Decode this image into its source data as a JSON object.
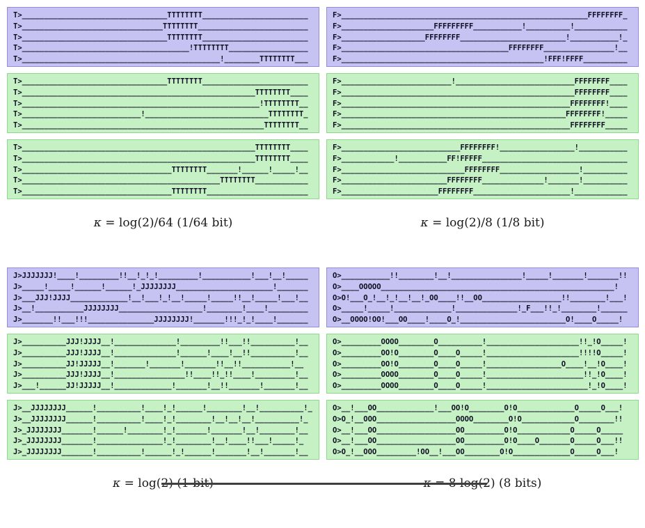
{
  "colors": {
    "panel_purple_bg": "#c6c2f1",
    "panel_purple_border": "#938cdb",
    "panel_green_bg": "#c6f1c4",
    "panel_green_border": "#8fd98d",
    "tape_text": "#0d0d22",
    "background": "#ffffff"
  },
  "quadrants": [
    {
      "id": "kappa-log2-over-64",
      "caption": {
        "kappa": "κ",
        "rest": " = log(2)/64 (1/64 bit)"
      },
      "panels": [
        {
          "variant": "purple",
          "lines": [
            "T>_________________________________TTTTTTTT________________________",
            "T>________________________________TTTTTTTT_________________________",
            "T>_________________________________TTTTTTTT________________________",
            "T>______________________________________!TTTTTTTT__________________",
            "T>_____________________________________________!________TTTTTTTT___"
          ]
        },
        {
          "variant": "green",
          "lines": [
            "T>_________________________________TTTTTTTT________________________",
            "T>_____________________________________________________TTTTTTTT____",
            "T>______________________________________________________!TTTTTTTT__",
            "T>___________________________!____________________________TTTTTTTT_",
            "T>_______________________________________________________TTTTTTTT__"
          ]
        },
        {
          "variant": "green",
          "lines": [
            "T>_____________________________________________________TTTTTTTT____",
            "T>_____________________________________________________TTTTTTTT____",
            "T>__________________________________TTTTTTTT_______!______!_____!__",
            "T>_____________________________________________TTTTTTTT____________",
            "T>__________________________________TTTTTTTT_______________________"
          ]
        }
      ]
    },
    {
      "id": "kappa-log2-over-8",
      "caption": {
        "kappa": "κ",
        "rest": " = log(2)/8 (1/8 bit)"
      },
      "panels": [
        {
          "variant": "purple",
          "lines": [
            "F>________________________________________________________FFFFFFFF_",
            "F>_____________________FFFFFFFFF___________!__________!____________",
            "F>___________________FFFFFFFF________________________!___________!_",
            "F>______________________________________FFFFFFFF________________!__",
            "F>______________________________________________!FFF!FFFF__________"
          ]
        },
        {
          "variant": "green",
          "lines": [
            "F>_________________________!___________________________FFFFFFFF____",
            "F>_____________________________________________________FFFFFFFF____",
            "F>____________________________________________________FFFFFFFF!____",
            "F>___________________________________________________FFFFFFFF!_____",
            "F>____________________________________________________FFFFFFFF_____"
          ]
        },
        {
          "variant": "green",
          "lines": [
            "F>___________________________FFFFFFFF!_________________!___________",
            "F>____________!___________FF!FFFFF_________________________________",
            "F>____________________________FFFFFFFF__________________!__________",
            "F>________________________FFFFFFFF______________!_______!__________",
            "F>______________________FFFFFFFF______________________!____________"
          ]
        }
      ]
    },
    {
      "id": "kappa-log2",
      "caption": {
        "kappa": "κ",
        "rest": " = log(2) (1 bit)"
      },
      "panels": [
        {
          "variant": "purple",
          "lines": [
            "J>JJJJJJJ!____!_________!!__!_!_!_________!___________!___!__!_____",
            "J>_____!_____!______!______!_JJJJJJJJ______________________!_______",
            "J>___JJJ!JJJJ_____________!__!___!_!__!_____!_____!!__!_____!___!__",
            "J>__!___________JJJJJJJJ___________________!________!____!_________",
            "J>_______!!___!!!_______________JJJJJJJJ!_______!!!_!_!____!_______"
          ]
        },
        {
          "variant": "green",
          "lines": [
            "J>__________JJJ!JJJJ__!______________!_________!!___!!__________!__",
            "J>__________JJJ!JJJJ__!______________!______!____!__!!__________!__",
            "J>__________JJ!JJJJJ__!_______!_______!_______!!__!!___________!__",
            "J>__________JJJ!JJJJ__!________________!!____!!_!!____!_________!__",
            "J>___!______JJ!JJJJJ__!_____________!_______!__!!_______!_______!__"
          ]
        },
        {
          "variant": "green",
          "lines": [
            "J>__JJJJJJJJ______!__________!____!_!______!________!__!__________!_",
            "J>__JJJJJJJJ______!__________!____!_!________!__!__!__!__________!_",
            "J>_JJJJJJJJ_______!______!________!_!_______!_______!__!________!__",
            "J>_JJJJJJJJ_______!_______________!_!________!__!____!!___!_____!_",
            "J>_JJJJJJJJ_______!__________!______!_!______!_______!__!_______!__"
          ]
        }
      ]
    },
    {
      "id": "kappa-8log2",
      "caption": {
        "kappa": "κ",
        "rest": " = 8 log(2) (8 bits)"
      },
      "panels": [
        {
          "variant": "purple",
          "lines": [
            "O>___________!!________!__!________________!_____!_______!_______!!",
            "O>____OOOOO_____________________________________________________!",
            "O>O!___O_!__!_!__!__!_OO____!!__OO__________________!!________!___!",
            "O>_____!_____!_____________!______________!_F___!!_!________!______",
            "O>__OOOO!OO!___OO____!____O_!________________________O!____O_____!"
          ]
        },
        {
          "variant": "green",
          "lines": [
            "O>_________OOOO________O__________!_____________________!!_!O_____!",
            "O>_________OO!O________O____O_____!_____________________!!!!O_____!",
            "O>_________OO!O________O____O_____!_________________O____!__!O____!",
            "O>_________OOOO________O____O_____!______________________!!_!O____!",
            "O>_________OOOO________O____O_____!_______________________!_!O____!"
          ]
        },
        {
          "variant": "green",
          "lines": [
            "O>__!___OO_____________!___OO!O________O!O_____________O_____O___!",
            "O>O_!__OOO__________________OOOO________O!O____________O________!!",
            "O>__!___OO__________________OO_________O!O____________O_____O_____",
            "O>__!___OO__________________OO_________O!O____O_______O_____O___!!",
            "O>O_!__OOO_________!OO__!___OO________O!O_____________O_____O___!"
          ]
        }
      ]
    }
  ]
}
